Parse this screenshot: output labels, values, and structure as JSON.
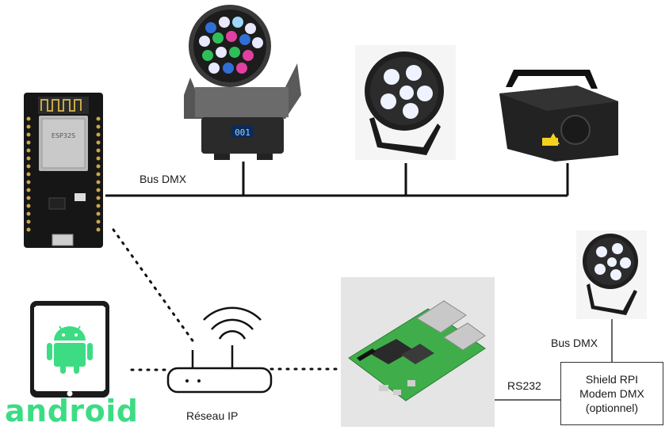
{
  "labels": {
    "bus_dmx_top": "Bus DMX",
    "bus_dmx_right": "Bus DMX",
    "reseau_ip": "Réseau IP",
    "rs232": "RS232",
    "android": "android"
  },
  "shield": {
    "line1": "Shield RPI",
    "line2": "Modem DMX",
    "line3": "(optionnel)"
  },
  "devices": {
    "esp32_module_text": "ESP32S",
    "moving_head_display": "001"
  },
  "colors": {
    "android_green": "#3ddc84",
    "line": "#111111",
    "pcb_green": "#3fae4a"
  },
  "icons": {
    "esp32": "esp32-board-icon",
    "moving_head": "moving-head-light-icon",
    "par": "par-light-icon",
    "laser": "laser-projector-icon",
    "router": "wifi-router-icon",
    "raspberry": "raspberry-pi-icon",
    "tablet": "android-tablet-icon"
  }
}
